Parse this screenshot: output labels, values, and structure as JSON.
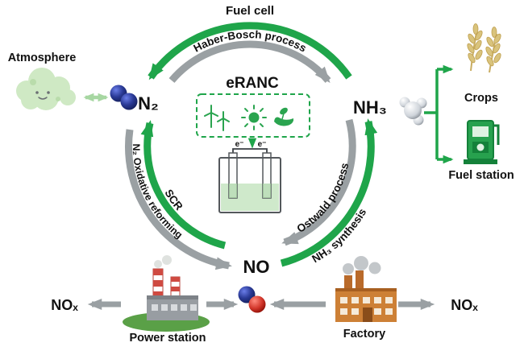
{
  "colors": {
    "green": "#1fa54a",
    "light_green_arrow": "#a7d7a2",
    "cloud_green": "#cfe9c4",
    "arrow_gray": "#9aa0a3",
    "nox_gray": "#abafb2",
    "navy_sphere": "#1b2a72",
    "red_sphere": "#c5170d"
  },
  "cycle": {
    "fuel_cell": "Fuel cell",
    "haber_bosch": "Haber-Bosch process",
    "nh3_synthesis": "NH₃ synthesis",
    "ostwald": "Ostwald process",
    "scr": "SCR",
    "oxidative_reforming": "N₂ Oxidative reforming",
    "nodes": {
      "n2": "N₂",
      "nh3": "NH₃",
      "no": "NO"
    }
  },
  "center": {
    "title": "eRANC",
    "electron": "e⁻"
  },
  "left": {
    "atmosphere": "Atmosphere"
  },
  "right": {
    "crops": "Crops",
    "fuel_station": "Fuel station"
  },
  "bottom": {
    "power_station": "Power station",
    "factory": "Factory",
    "nox_left": "NOₓ",
    "nox_right": "NOₓ"
  },
  "icons": [
    "cloud-icon",
    "wind-turbine-icon",
    "sun-icon",
    "hand-leaf-icon",
    "electrolysis-cell-icon",
    "wheat-icon",
    "fuel-pump-icon",
    "power-station-icon",
    "factory-icon",
    "n2-molecule-icon",
    "nh3-molecule-icon",
    "no-molecule-icon"
  ]
}
